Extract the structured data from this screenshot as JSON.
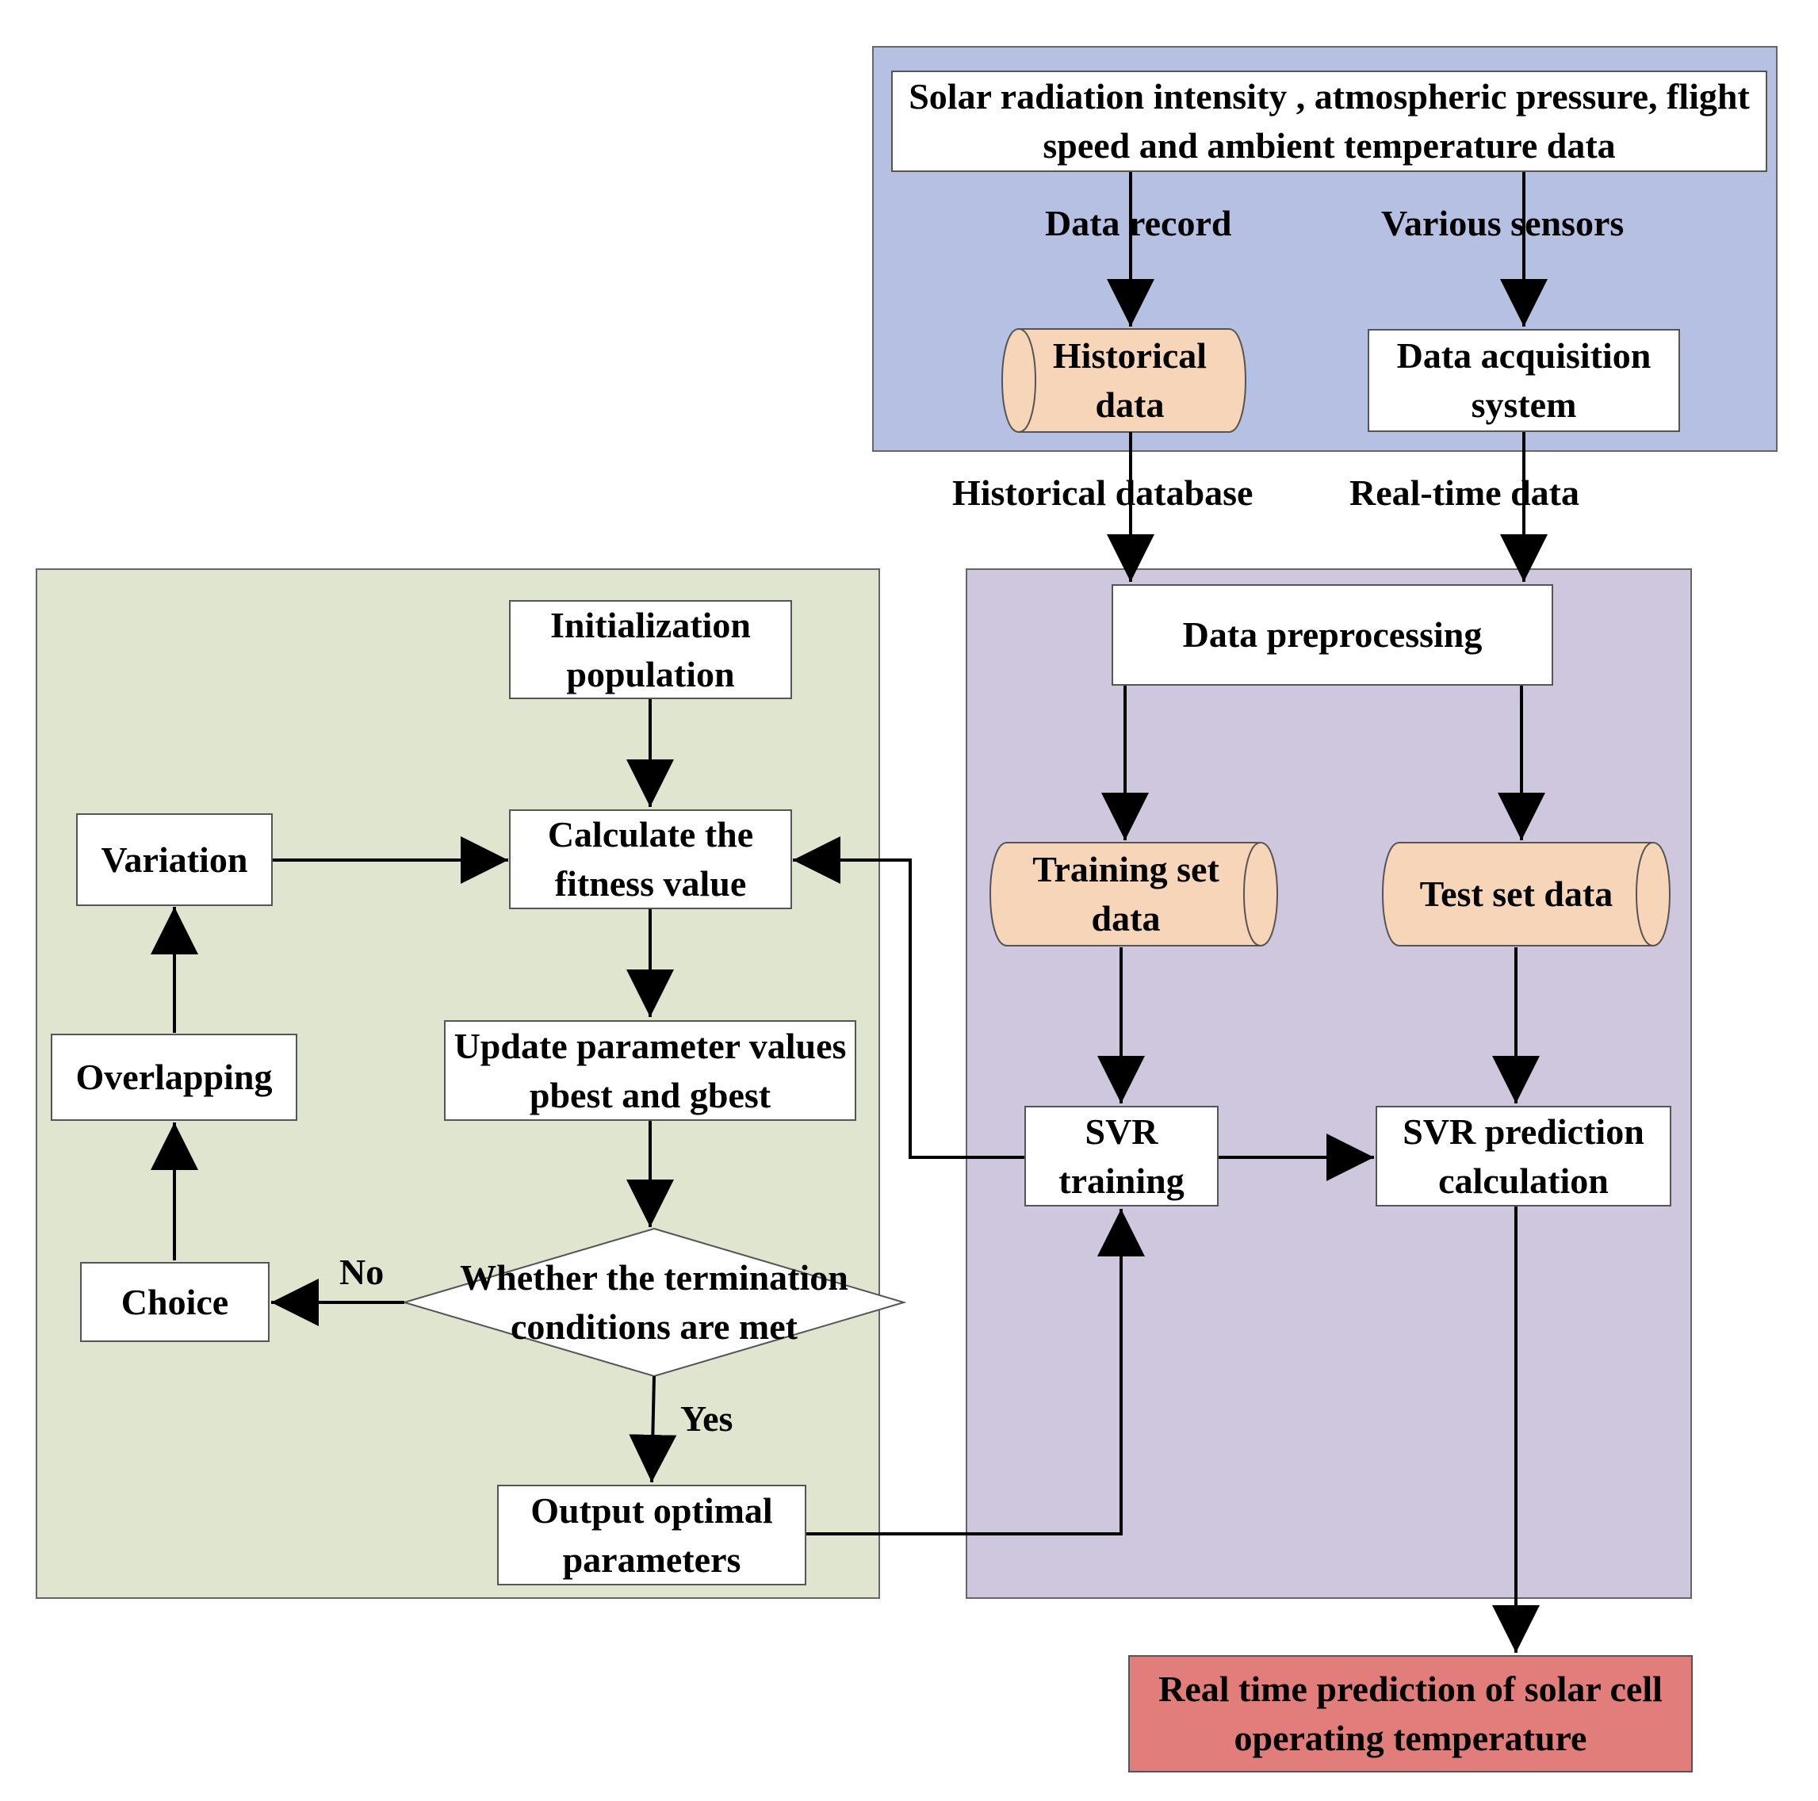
{
  "colors": {
    "acquisition_region": "#b6c0e2",
    "optimization_region": "#e0e5cf",
    "prediction_region": "#cfc7de",
    "database_fill": "#f7d5b8",
    "output_fill": "#e17e7c",
    "box_fill": "#ffffff",
    "line": "#000000"
  },
  "nodes": {
    "sensor_inputs": "Solar radiation intensity , atmospheric pressure, flight speed and ambient temperature data",
    "historical_data": "Historical data",
    "data_acquisition_system": "Data acquisition system",
    "data_preprocessing": "Data preprocessing",
    "training_set_data": "Training set data",
    "test_set_data": "Test set data",
    "svr_training": "SVR training",
    "svr_prediction": "SVR prediction calculation",
    "initialization_population": "Initialization population",
    "calculate_fitness": "Calculate the fitness value",
    "update_parameters": "Update parameter values pbest and gbest",
    "termination_check": "Whether the termination conditions are met",
    "output_parameters": "Output optimal parameters",
    "choice": "Choice",
    "overlapping": "Overlapping",
    "variation": "Variation",
    "real_time_prediction": "Real time prediction of solar cell operating temperature"
  },
  "edge_labels": {
    "data_record": "Data record",
    "various_sensors": "Various sensors",
    "historical_database": "Historical database",
    "real_time_data": "Real-time data",
    "no": "No",
    "yes": "Yes"
  }
}
